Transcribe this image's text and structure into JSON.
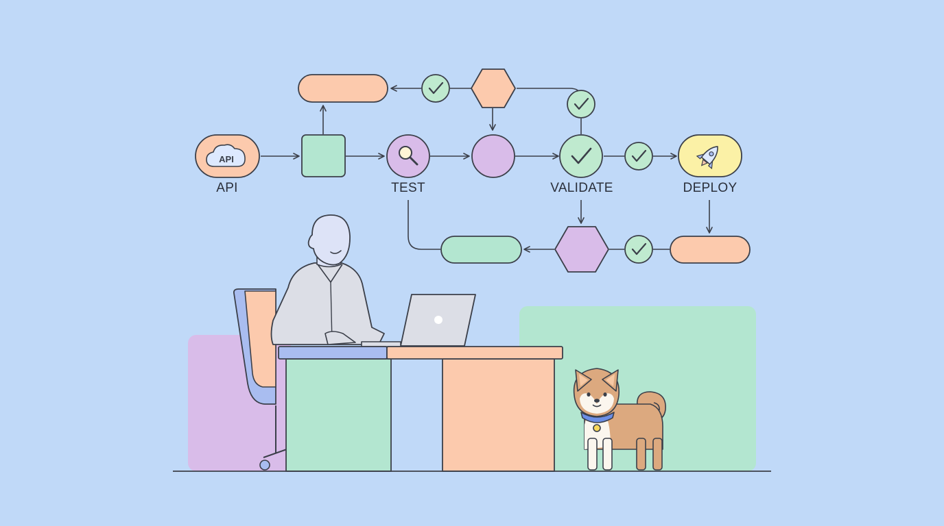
{
  "colors": {
    "background": "#c0d9f8",
    "peach": "#fccaad",
    "mint": "#b3e6d0",
    "lavender": "#d9bce9",
    "yellow": "#fbf1a6",
    "check_green": "#bfeacf",
    "outline": "#3b3f49",
    "periwinkle": "#a9bdf0",
    "gray": "#dcdee6",
    "shiba": "#dca97f"
  },
  "pipeline": {
    "api": {
      "label": "API",
      "icon_text": "API",
      "icon": "cloud-icon"
    },
    "test": {
      "label": "TEST",
      "icon": "magnifier-icon"
    },
    "validate": {
      "label": "VALIDATE",
      "icon": "checkmark-icon"
    },
    "deploy": {
      "label": "DEPLOY",
      "icon": "rocket-icon"
    }
  }
}
